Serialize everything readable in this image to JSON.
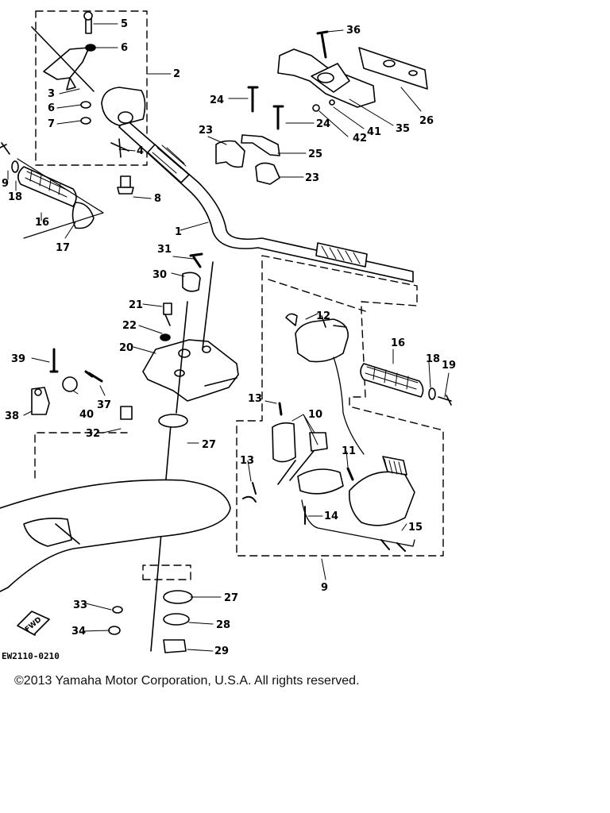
{
  "callouts": [
    {
      "id": "c1",
      "text": "1"
    },
    {
      "id": "c2",
      "text": "2"
    },
    {
      "id": "c3",
      "text": "3"
    },
    {
      "id": "c4",
      "text": "4"
    },
    {
      "id": "c5",
      "text": "5"
    },
    {
      "id": "c6a",
      "text": "6"
    },
    {
      "id": "c6b",
      "text": "6"
    },
    {
      "id": "c7",
      "text": "7"
    },
    {
      "id": "c8",
      "text": "8"
    },
    {
      "id": "c9a",
      "text": "9"
    },
    {
      "id": "c9b",
      "text": "9"
    },
    {
      "id": "c10",
      "text": "10"
    },
    {
      "id": "c11",
      "text": "11"
    },
    {
      "id": "c12",
      "text": "12"
    },
    {
      "id": "c13a",
      "text": "13"
    },
    {
      "id": "c13b",
      "text": "13"
    },
    {
      "id": "c14",
      "text": "14"
    },
    {
      "id": "c15",
      "text": "15"
    },
    {
      "id": "c16a",
      "text": "16"
    },
    {
      "id": "c16b",
      "text": "16"
    },
    {
      "id": "c17",
      "text": "17"
    },
    {
      "id": "c18a",
      "text": "18"
    },
    {
      "id": "c18b",
      "text": "18"
    },
    {
      "id": "c19",
      "text": "19"
    },
    {
      "id": "c20",
      "text": "20"
    },
    {
      "id": "c21",
      "text": "21"
    },
    {
      "id": "c22",
      "text": "22"
    },
    {
      "id": "c23a",
      "text": "23"
    },
    {
      "id": "c23b",
      "text": "23"
    },
    {
      "id": "c24a",
      "text": "24"
    },
    {
      "id": "c24b",
      "text": "24"
    },
    {
      "id": "c25",
      "text": "25"
    },
    {
      "id": "c26",
      "text": "26"
    },
    {
      "id": "c27a",
      "text": "27"
    },
    {
      "id": "c27b",
      "text": "27"
    },
    {
      "id": "c28",
      "text": "28"
    },
    {
      "id": "c29",
      "text": "29"
    },
    {
      "id": "c30",
      "text": "30"
    },
    {
      "id": "c31",
      "text": "31"
    },
    {
      "id": "c32",
      "text": "32"
    },
    {
      "id": "c33",
      "text": "33"
    },
    {
      "id": "c34",
      "text": "34"
    },
    {
      "id": "c35",
      "text": "35"
    },
    {
      "id": "c36",
      "text": "36"
    },
    {
      "id": "c37",
      "text": "37"
    },
    {
      "id": "c38",
      "text": "38"
    },
    {
      "id": "c39",
      "text": "39"
    },
    {
      "id": "c40",
      "text": "40"
    },
    {
      "id": "c41",
      "text": "41"
    },
    {
      "id": "c42",
      "text": "42"
    }
  ],
  "fwd_label": "FWD",
  "drawing_code": "EW2110-0210",
  "copyright": "©2013 Yamaha Motor Corporation, U.S.A. All rights reserved."
}
